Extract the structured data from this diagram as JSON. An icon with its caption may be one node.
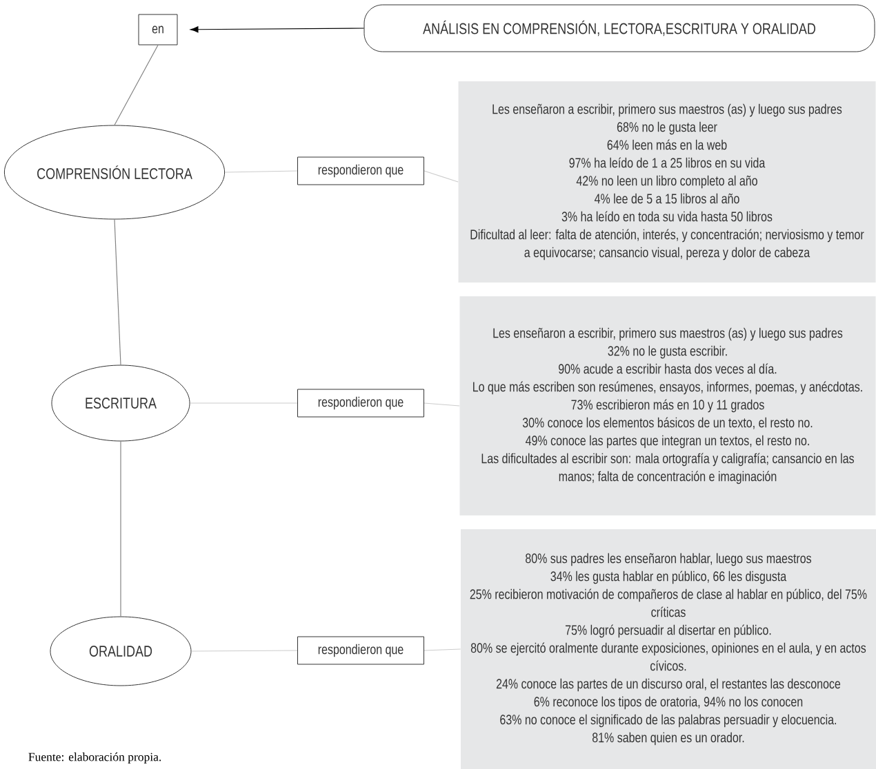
{
  "diagram": {
    "caption": "Fuente: elaboración propia.",
    "nodes": [
      {
        "text": [
          "en"
        ]
      },
      {
        "text": [
          "ANÁLISIS EN COMPRENSIÓN, LECTORA,ESCRITURA Y ORALIDAD"
        ]
      },
      {
        "text": [
          "COMPRENSIÓN LECTORA"
        ]
      },
      {
        "text": [
          "respondieron que"
        ]
      },
      {
        "text": [
          "Les enseñaron a escribir, primero sus maestros (as) y luego sus padres",
          "68% no le gusta leer",
          "64% leen más en la web",
          "97% ha leído de 1 a 25 libros en su vida",
          "42% no leen un libro completo al año",
          "4% lee de 5  a 15 libros al año",
          "3% ha leído en toda su vida hasta 50 libros",
          "Dificultad al leer: falta de atención, interés, y concentración; nerviosismo y temor a equivocarse; cansancio visual, pereza y dolor de cabeza"
        ]
      },
      {
        "text": [
          "ESCRITURA"
        ]
      },
      {
        "text": [
          "respondieron que"
        ]
      },
      {
        "text": [
          "Les enseñaron a escribir, primero sus maestros (as) y luego sus padres",
          "32% no le gusta escribir.",
          "90% acude a escribir hasta dos veces al día.",
          "Lo que más escriben son resúmenes, ensayos, informes, poemas, y anécdotas.",
          "73% escribieron más en 10 y 11 grados",
          "30% conoce los elementos básicos de un texto, el resto no.",
          "49% conoce las partes que integran un textos, el resto no.",
          "Las dificultades al escribir son: mala ortografía y caligrafía; cansancio en las manos; falta de concentración e imaginación"
        ]
      },
      {
        "text": [
          "ORALIDAD"
        ]
      },
      {
        "text": [
          "respondieron que"
        ]
      },
      {
        "text": [
          "80% sus padres les enseñaron hablar, luego sus maestros",
          "34% les gusta hablar en público, 66 les disgusta",
          "25% recibieron motivación de compañeros de clase al hablar en público, del 75% críticas",
          "75% logró persuadir al disertar en público.",
          "80% se ejercitó oralmente durante exposiciones, opiniones en el aula, y en actos cívicos.",
          "24% conoce las partes de un discurso oral, el restantes las desconoce",
          "6% reconoce los tipos de oratoria, 94% no los conocen",
          "63% no conoce el significado de las palabras persuadir y elocuencia.",
          "81% saben quien es un orador."
        ]
      }
    ],
    "edges": [
      {
        "from": 1,
        "to": 0,
        "arrow": "to",
        "color": "#000000"
      },
      {
        "from": 0,
        "to": 2,
        "arrow": "none",
        "color": "#808080"
      },
      {
        "from": 2,
        "to": 5,
        "arrow": "none",
        "color": "#808080"
      },
      {
        "from": 5,
        "to": 8,
        "arrow": "none",
        "color": "#808080"
      },
      {
        "from": 2,
        "to": 3,
        "arrow": "none"
      },
      {
        "from": 3,
        "to": 4,
        "arrow": "none"
      },
      {
        "from": 5,
        "to": 6,
        "arrow": "none"
      },
      {
        "from": 6,
        "to": 7,
        "arrow": "none"
      },
      {
        "from": 8,
        "to": 9,
        "arrow": "none"
      },
      {
        "from": 9,
        "to": 10,
        "arrow": "none"
      }
    ]
  }
}
